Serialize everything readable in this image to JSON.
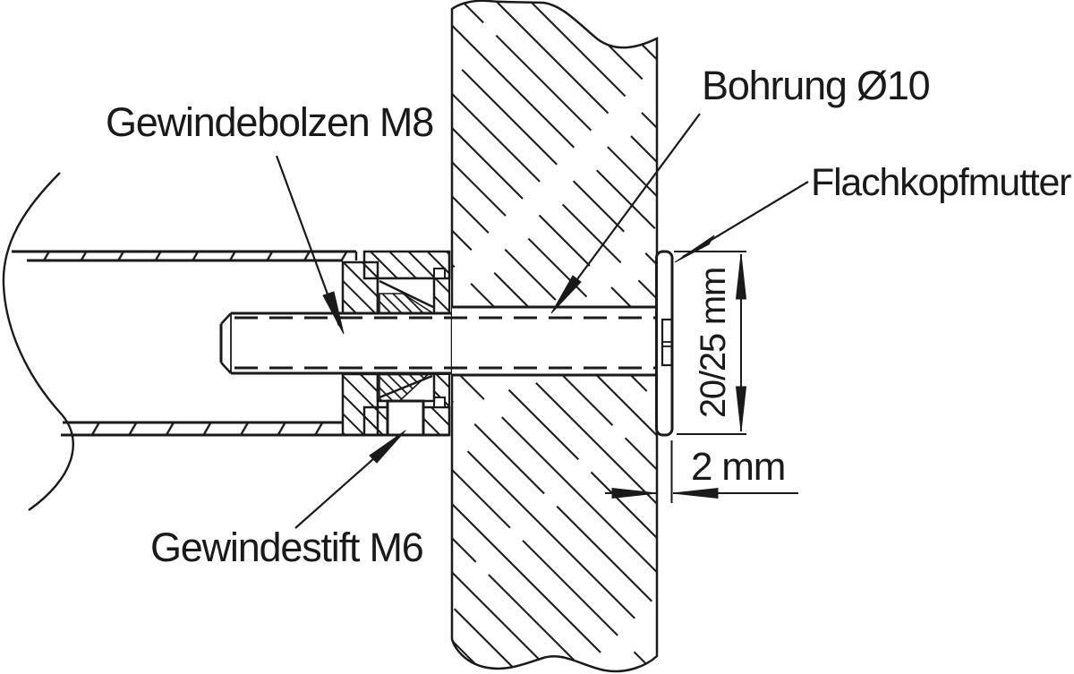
{
  "figure": {
    "type": "technical-section-drawing",
    "description": "Tube-to-wall fixing: threaded bolt through wall bore with flat head nut and set screw",
    "colors": {
      "background": "#ffffff",
      "ink": "#1a1a1a"
    },
    "labels": {
      "bolt": "Gewindebolzen M8",
      "bore": "Bohrung Ø10",
      "nut": "Flachkopfmutter",
      "setscrew": "Gewindestift M6"
    },
    "dimensions": {
      "nut_diameter": "20/25 mm",
      "nut_thickness": "2 mm"
    }
  }
}
